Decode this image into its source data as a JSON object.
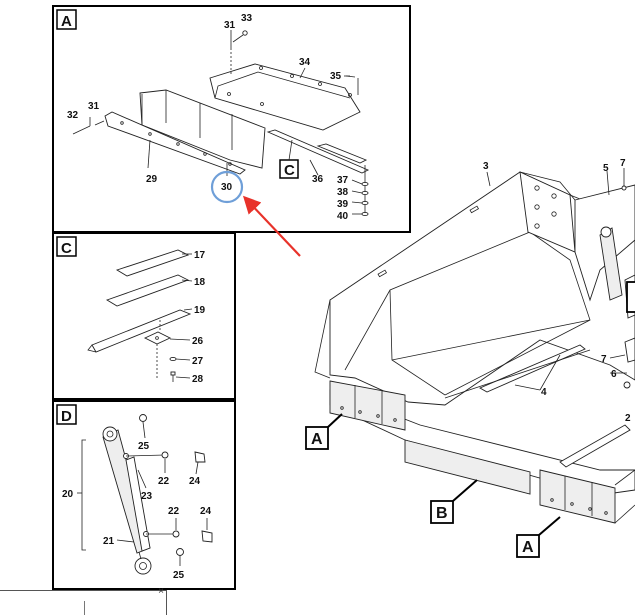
{
  "detail_labels": {
    "a": "A",
    "b": "B",
    "c": "C",
    "d": "D"
  },
  "parts": {
    "p2": "2",
    "p3": "3",
    "p4": "4",
    "p5": "5",
    "p6": "6",
    "p7": "7",
    "p17": "17",
    "p18": "18",
    "p19": "19",
    "p20": "20",
    "p21": "21",
    "p22": "22",
    "p23": "23",
    "p24": "24",
    "p25": "25",
    "p26": "26",
    "p27": "27",
    "p28": "28",
    "p29": "29",
    "p30": "30",
    "p31": "31",
    "p32": "32",
    "p33": "33",
    "p34": "34",
    "p35": "35",
    "p36": "36",
    "p37": "37",
    "p38": "38",
    "p39": "39",
    "p40": "40"
  },
  "highlight": {
    "part": "30",
    "color": "#6f9fd8",
    "arrow_color": "#e8322a"
  },
  "window": {
    "close_glyph": "×"
  }
}
